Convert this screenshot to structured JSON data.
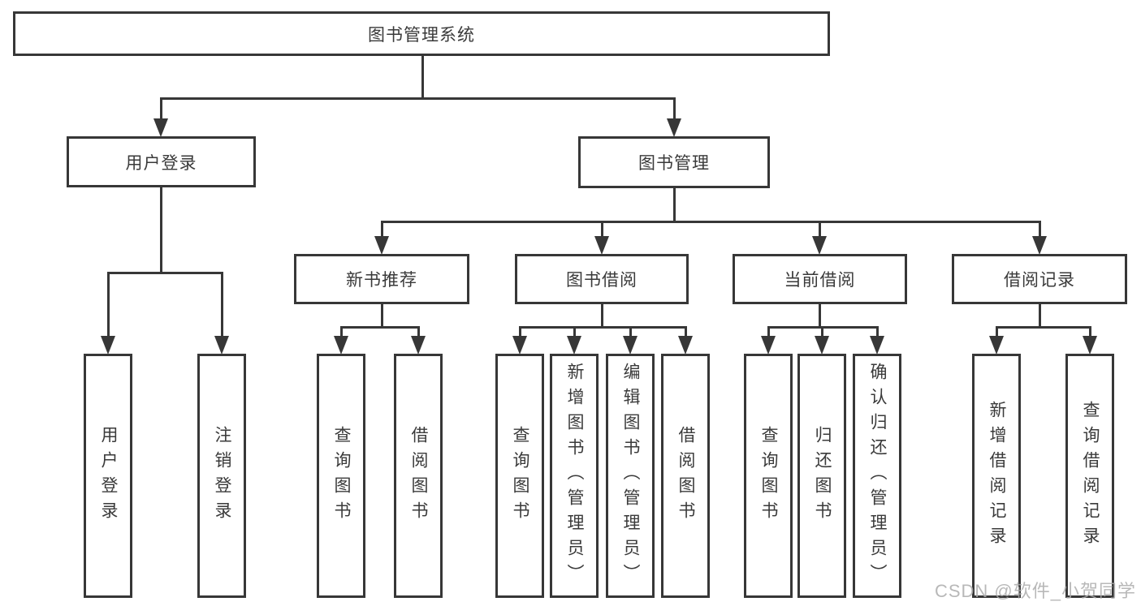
{
  "diagram_title": "图书管理系统",
  "watermark": "CSDN @软件_小贺同学",
  "colors": {
    "line": "#373737",
    "text": "#3a3a3a",
    "background": "#ffffff",
    "watermark": "#acacac"
  },
  "nodes": {
    "root": "图书管理系统",
    "level2": {
      "user_login": "用户登录",
      "book_mgmt": "图书管理"
    },
    "level3": {
      "new_book_rec": "新书推荐",
      "book_borrow": "图书借阅",
      "current_borrow": "当前借阅",
      "borrow_records": "借阅记录"
    },
    "leaves": {
      "user_login_action": "用户登录",
      "logout_action": "注销登录",
      "rec_query_books": "查询图书",
      "rec_borrow_books": "借阅图书",
      "borrow_query_books": "查询图书",
      "borrow_add_book_admin": "新增图书（管理员）",
      "borrow_edit_book_admin": "编辑图书（管理员）",
      "borrow_borrow_books": "借阅图书",
      "current_query_books": "查询图书",
      "current_return_books": "归还图书",
      "current_confirm_return_admin": "确认归还（管理员）",
      "records_add_record": "新增借阅记录",
      "records_query_record": "查询借阅记录"
    }
  }
}
